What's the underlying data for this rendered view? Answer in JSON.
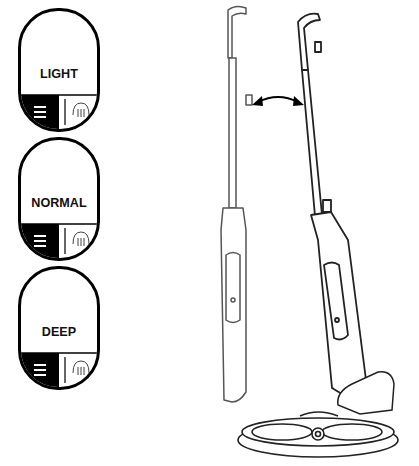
{
  "diagram": {
    "nodes": [
      {
        "text": [
          "LIGHT"
        ]
      },
      {
        "text": [
          "NORMAL"
        ]
      },
      {
        "text": [
          "DEEP"
        ]
      }
    ]
  }
}
